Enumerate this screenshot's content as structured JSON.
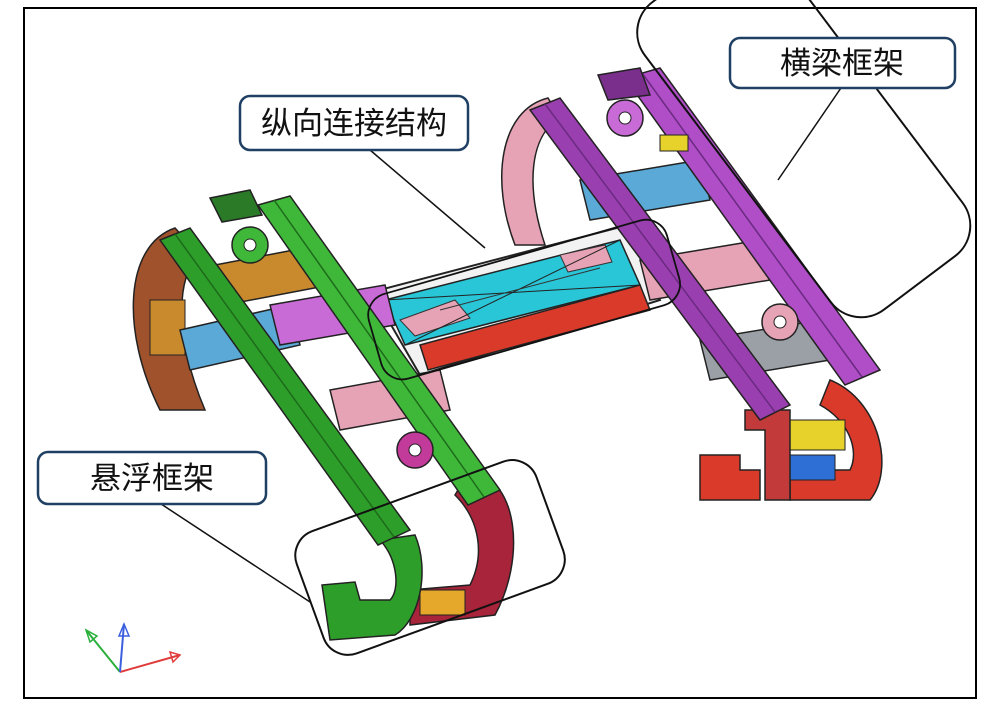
{
  "callouts": {
    "crossbeam_frame": {
      "label": "横梁框架"
    },
    "longitudinal_connection": {
      "label": "纵向连接结构"
    },
    "suspension_frame": {
      "label": "悬浮框架"
    }
  },
  "colors": {
    "frame_border": "#000000",
    "label_border": "#1f3f63",
    "left_rail_green": "#2e9e2a",
    "right_rail_purple": "#9a3fb0",
    "connector_cyan": "#29c6d8",
    "connector_red": "#d93a2a",
    "gold": "#c98a2e",
    "brown": "#a0522d",
    "pink": "#e7a3b6",
    "blue": "#2e6fd6",
    "yellow": "#e6d22b",
    "grey": "#9aa0a6"
  },
  "axis_triad": {
    "x_color": "#e03c3c",
    "y_color": "#2bb03b",
    "z_color": "#3c5fe0"
  }
}
